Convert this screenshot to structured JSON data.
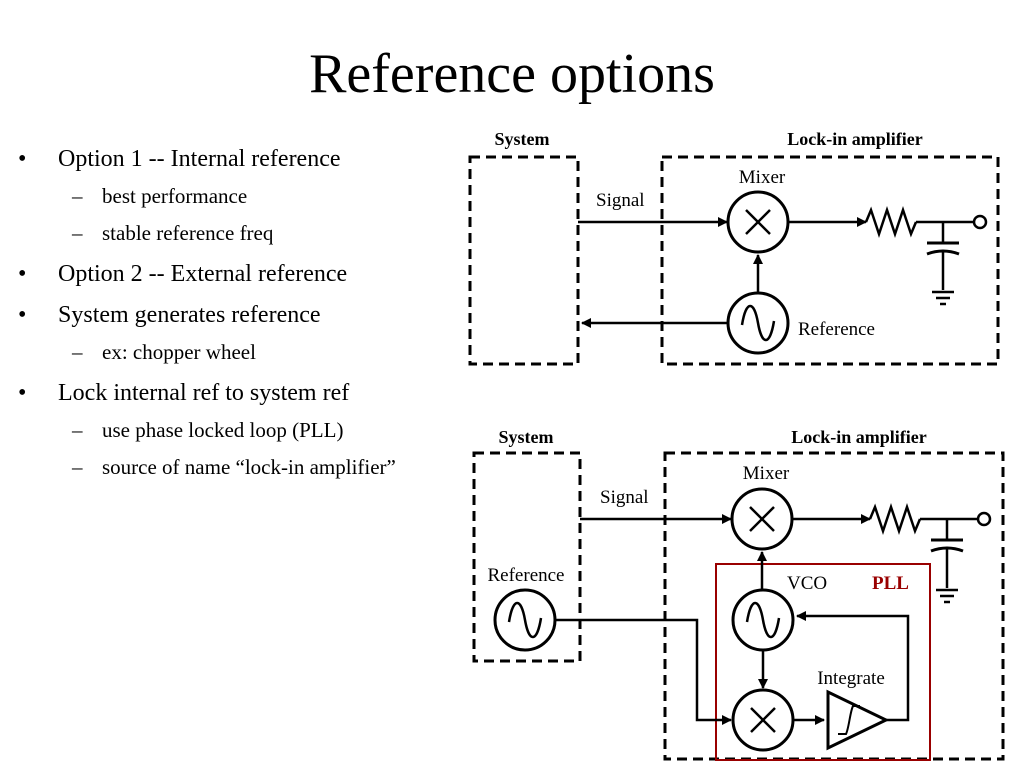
{
  "slide": {
    "title": "Reference options"
  },
  "bullets": [
    {
      "level": 1,
      "marker": "•",
      "text": "Option 1 -- Internal reference"
    },
    {
      "level": 2,
      "marker": "–",
      "text": "best performance"
    },
    {
      "level": 2,
      "marker": "–",
      "text": "stable reference freq"
    },
    {
      "level": 1,
      "marker": "•",
      "text": "Option 2 -- External reference"
    },
    {
      "level": 1,
      "marker": "•",
      "text": "System generates reference"
    },
    {
      "level": 2,
      "marker": "–",
      "text": "ex: chopper wheel"
    },
    {
      "level": 1,
      "marker": "•",
      "text": "Lock internal ref to system ref"
    },
    {
      "level": 2,
      "marker": "–",
      "text": "use phase locked loop (PLL)"
    },
    {
      "level": 2,
      "marker": "–",
      "text": "source of name “lock-in amplifier”"
    }
  ],
  "diagram_top": {
    "system_label": "System",
    "lockin_label": "Lock-in amplifier",
    "signal_label": "Signal",
    "mixer_label": "Mixer",
    "reference_label": "Reference"
  },
  "diagram_bottom": {
    "system_label": "System",
    "lockin_label": "Lock-in amplifier",
    "signal_label": "Signal",
    "mixer_label": "Mixer",
    "reference_label": "Reference",
    "vco_label": "VCO",
    "pll_label": "PLL",
    "integrate_label": "Integrate"
  },
  "colors": {
    "pll": "#990000",
    "line": "#000000"
  }
}
